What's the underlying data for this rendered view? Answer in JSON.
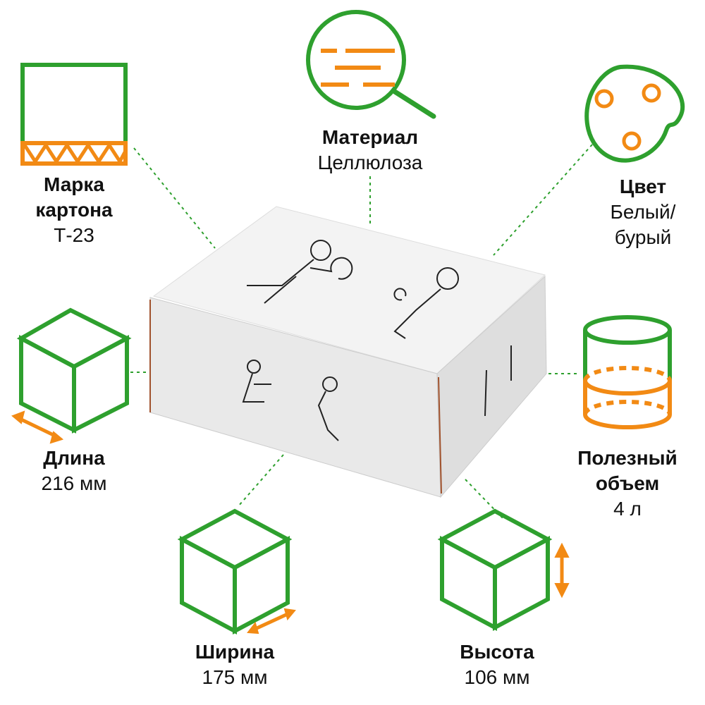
{
  "colors": {
    "green": "#2ea02e",
    "orange": "#f28a14",
    "dots": "#2ea02e"
  },
  "specs": {
    "grade": {
      "title_line1": "Марка",
      "title_line2": "картона",
      "value": "Т-23",
      "icon": "corrugated-cardboard-icon"
    },
    "material": {
      "title": "Материал",
      "value": "Целлюлоза",
      "icon": "magnifier-icon"
    },
    "color": {
      "title": "Цвет",
      "value_line1": "Белый/",
      "value_line2": "бурый",
      "icon": "palette-icon"
    },
    "length": {
      "title": "Длина",
      "value": "216 мм",
      "icon": "cube-length-icon"
    },
    "volume": {
      "title_line1": "Полезный",
      "title_line2": "объем",
      "value": "4 л",
      "icon": "cylinder-volume-icon"
    },
    "width": {
      "title": "Ширина",
      "value": "175 мм",
      "icon": "cube-width-icon"
    },
    "height": {
      "title": "Высота",
      "value": "106 мм",
      "icon": "cube-height-icon"
    }
  }
}
